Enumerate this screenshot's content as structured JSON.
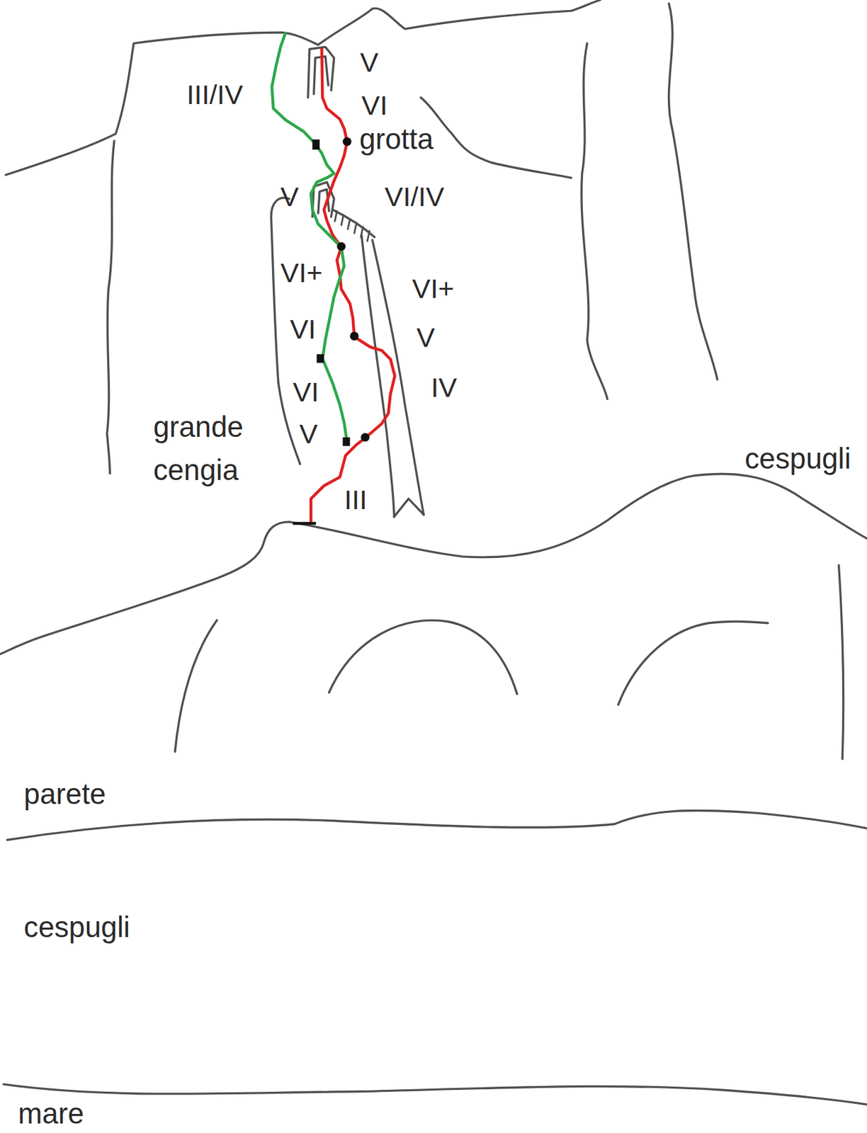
{
  "diagram": {
    "labels": [
      "III/IV",
      "V",
      "VI",
      "grotta",
      "V",
      "VI/IV",
      "VI+",
      "VI+",
      "VI",
      "V",
      "VI",
      "IV",
      "grande cengia",
      "V",
      "cespugli",
      "III",
      "parete",
      "cespugli",
      "mare"
    ]
  }
}
